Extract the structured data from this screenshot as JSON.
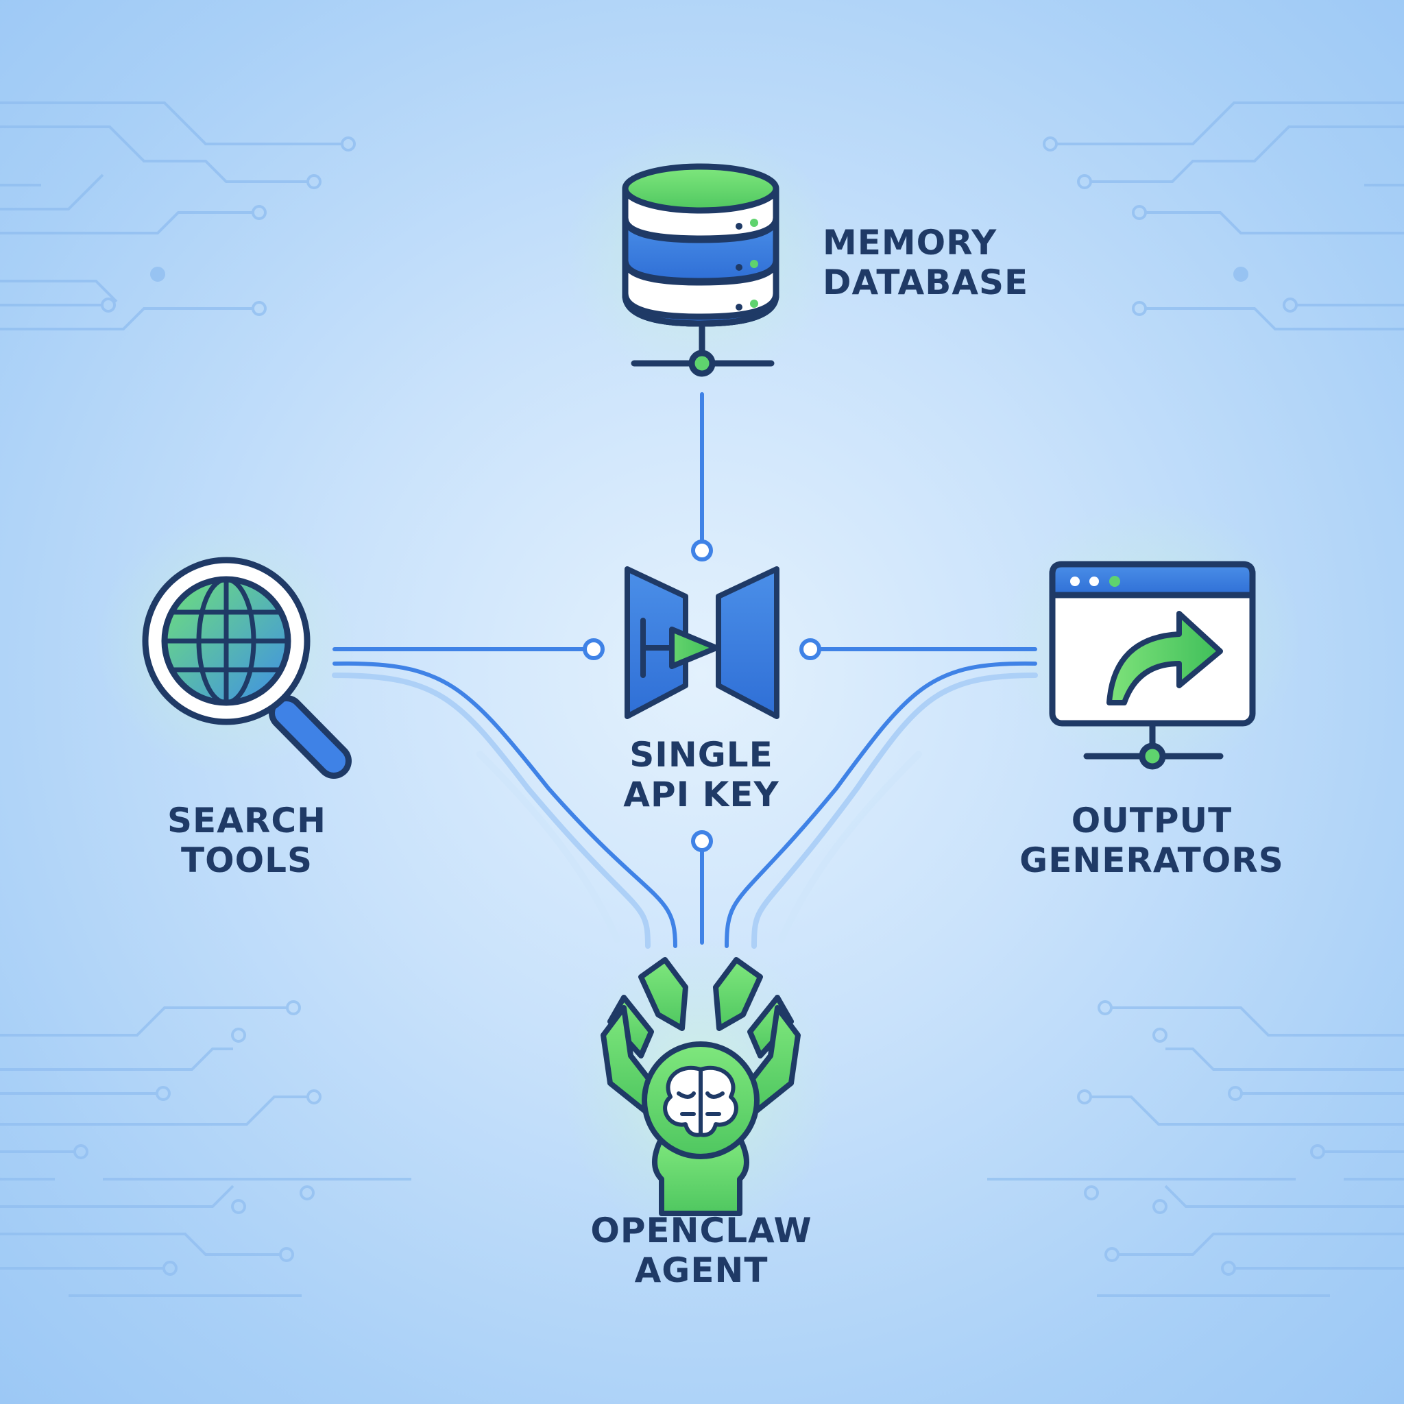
{
  "nodes": {
    "memory_database": {
      "line1": "MEMORY",
      "line2": "DATABASE",
      "icon": "database-icon"
    },
    "single_api_key": {
      "line1": "SINGLE",
      "line2": "API KEY",
      "icon": "api-gateway-icon"
    },
    "search_tools": {
      "line1": "SEARCH",
      "line2": "TOOLS",
      "icon": "globe-search-icon"
    },
    "output_generators": {
      "line1": "OUTPUT",
      "line2": "GENERATORS",
      "icon": "browser-share-icon"
    },
    "openclaw_agent": {
      "line1": "OPENCLAW",
      "line2": "AGENT",
      "icon": "claw-brain-icon"
    }
  },
  "colors": {
    "navy": "#1f3a66",
    "blue": "#3b7de0",
    "line_blue": "#3f82e6",
    "green": "#5fd36e",
    "light_blue_bg": "#c9e2fb"
  }
}
